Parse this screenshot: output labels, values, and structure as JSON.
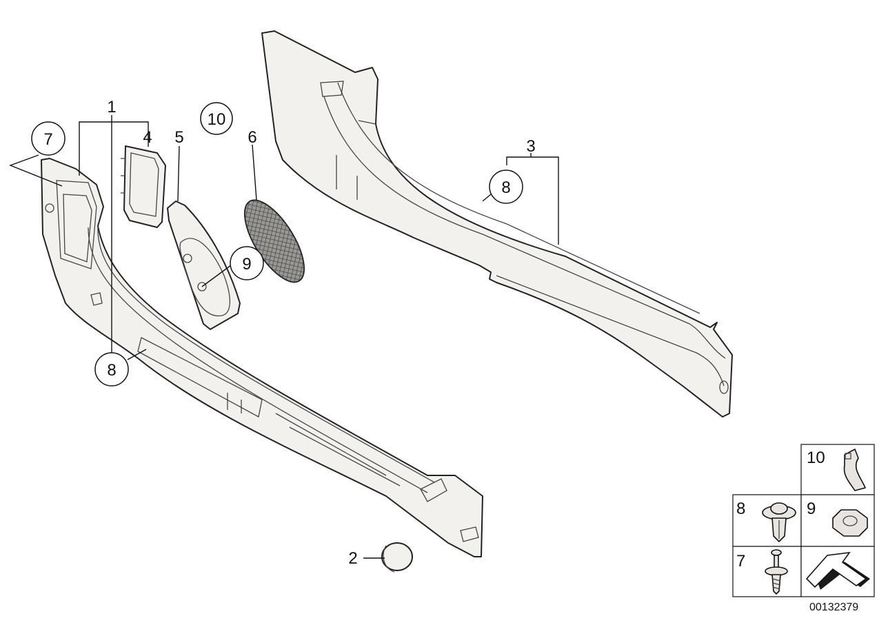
{
  "diagram": {
    "catalog_number": "00132379",
    "callouts": {
      "c1": "1",
      "c2": "2",
      "c3": "3",
      "c4": "4",
      "c5": "5",
      "c6": "6",
      "c7": "7",
      "c8a": "8",
      "c8b": "8",
      "c9": "9",
      "c10": "10"
    },
    "legend": {
      "cells": [
        {
          "label": "10",
          "item": "clip"
        },
        {
          "label": "8",
          "item": "expanding-rivet"
        },
        {
          "label": "9",
          "item": "nut"
        },
        {
          "label": "7",
          "item": "screw"
        },
        {
          "label": "",
          "item": "arrow"
        }
      ]
    },
    "colors": {
      "line": "#222222",
      "fill": "#f3f1ee",
      "mesh": "#8a8886"
    }
  }
}
